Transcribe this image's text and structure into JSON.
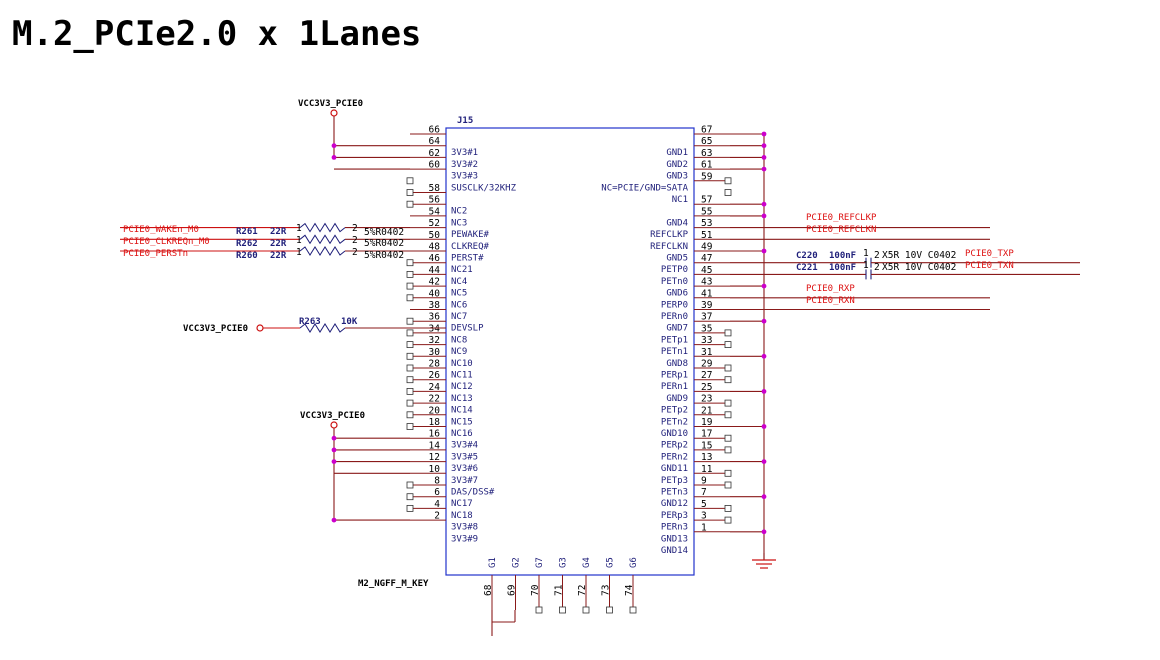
{
  "title": "M.2_PCIe2.0 x 1Lanes",
  "connector": {
    "ref": "J15",
    "part": "M2_NGFF_M_KEY",
    "left_pins": [
      {
        "num": "66",
        "label": ""
      },
      {
        "num": "64",
        "label": "3V3#1"
      },
      {
        "num": "62",
        "label": "3V3#2"
      },
      {
        "num": "60",
        "label": "3V3#3"
      },
      {
        "num": "",
        "label": "SUSCLK/32KHZ"
      },
      {
        "num": "58",
        "label": ""
      },
      {
        "num": "56",
        "label": "NC2"
      },
      {
        "num": "54",
        "label": "NC3"
      },
      {
        "num": "52",
        "label": "PEWAKE#"
      },
      {
        "num": "50",
        "label": "CLKREQ#"
      },
      {
        "num": "48",
        "label": "PERST#"
      },
      {
        "num": "46",
        "label": "NC21"
      },
      {
        "num": "44",
        "label": "NC4"
      },
      {
        "num": "42",
        "label": "NC5"
      },
      {
        "num": "40",
        "label": "NC6"
      },
      {
        "num": "38",
        "label": "NC7"
      },
      {
        "num": "36",
        "label": "DEVSLP"
      },
      {
        "num": "34",
        "label": "NC8"
      },
      {
        "num": "32",
        "label": "NC9"
      },
      {
        "num": "30",
        "label": "NC10"
      },
      {
        "num": "28",
        "label": "NC11"
      },
      {
        "num": "26",
        "label": "NC12"
      },
      {
        "num": "24",
        "label": "NC13"
      },
      {
        "num": "22",
        "label": "NC14"
      },
      {
        "num": "20",
        "label": "NC15"
      },
      {
        "num": "18",
        "label": "NC16"
      },
      {
        "num": "16",
        "label": "3V3#4"
      },
      {
        "num": "14",
        "label": "3V3#5"
      },
      {
        "num": "12",
        "label": "3V3#6"
      },
      {
        "num": "10",
        "label": "3V3#7"
      },
      {
        "num": "8",
        "label": "DAS/DSS#"
      },
      {
        "num": "6",
        "label": "NC17"
      },
      {
        "num": "4",
        "label": "NC18"
      },
      {
        "num": "2",
        "label": "3V3#8"
      },
      {
        "num": "",
        "label": "3V3#9"
      }
    ],
    "right_pins": [
      {
        "num": "67",
        "label": ""
      },
      {
        "num": "65",
        "label": "GND1"
      },
      {
        "num": "63",
        "label": "GND2"
      },
      {
        "num": "61",
        "label": "GND3"
      },
      {
        "num": "59",
        "label": "NC=PCIE/GND=SATA"
      },
      {
        "num": "",
        "label": "NC1"
      },
      {
        "num": "57",
        "label": ""
      },
      {
        "num": "55",
        "label": "GND4"
      },
      {
        "num": "53",
        "label": "REFCLKP"
      },
      {
        "num": "51",
        "label": "REFCLKN"
      },
      {
        "num": "49",
        "label": "GND5"
      },
      {
        "num": "47",
        "label": "PETP0"
      },
      {
        "num": "45",
        "label": "PETn0"
      },
      {
        "num": "43",
        "label": "GND6"
      },
      {
        "num": "41",
        "label": "PERP0"
      },
      {
        "num": "39",
        "label": "PERn0"
      },
      {
        "num": "37",
        "label": "GND7"
      },
      {
        "num": "35",
        "label": "PETp1"
      },
      {
        "num": "33",
        "label": "PETn1"
      },
      {
        "num": "31",
        "label": "GND8"
      },
      {
        "num": "29",
        "label": "PERp1"
      },
      {
        "num": "27",
        "label": "PERn1"
      },
      {
        "num": "25",
        "label": "GND9"
      },
      {
        "num": "23",
        "label": "PETp2"
      },
      {
        "num": "21",
        "label": "PETn2"
      },
      {
        "num": "19",
        "label": "GND10"
      },
      {
        "num": "17",
        "label": "PERp2"
      },
      {
        "num": "15",
        "label": "PERn2"
      },
      {
        "num": "13",
        "label": "GND11"
      },
      {
        "num": "11",
        "label": "PETp3"
      },
      {
        "num": "9",
        "label": "PETn3"
      },
      {
        "num": "7",
        "label": "GND12"
      },
      {
        "num": "5",
        "label": "PERp3"
      },
      {
        "num": "3",
        "label": "PERn3"
      },
      {
        "num": "1",
        "label": "GND13"
      },
      {
        "num": "",
        "label": "GND14"
      }
    ],
    "bottom_pins": [
      {
        "label": "G1",
        "num": "68"
      },
      {
        "label": "G2",
        "num": "69"
      },
      {
        "label": "G7",
        "num": "70"
      },
      {
        "label": "G3",
        "num": "71"
      },
      {
        "label": "G4",
        "num": "72"
      },
      {
        "label": "G5",
        "num": "73"
      },
      {
        "label": "G6",
        "num": "74"
      }
    ]
  },
  "power": {
    "top": "VCC3V3_PCIE0",
    "mid": "VCC3V3_PCIE0",
    "left": "VCC3V3_PCIE0"
  },
  "resistors": [
    {
      "ref": "R261",
      "value": "22R",
      "pkg": "5%R0402",
      "net": "PCIE0_WAKEn_M0"
    },
    {
      "ref": "R262",
      "value": "22R",
      "pkg": "5%R0402",
      "net": "PCIE0_CLKREQn_M0"
    },
    {
      "ref": "R260",
      "value": "22R",
      "pkg": "5%R0402",
      "net": "PCIE0_PERSTn"
    },
    {
      "ref": "R263",
      "value": "10K",
      "pkg": "",
      "net": ""
    }
  ],
  "capacitors": [
    {
      "ref": "C220",
      "value": "100nF",
      "spec": "X5R 10V C0402",
      "net": "PCIE0_TXP"
    },
    {
      "ref": "C221",
      "value": "100nF",
      "spec": "X5R 10V C0402",
      "net": "PCIE0_TXN"
    }
  ],
  "right_nets": {
    "refclkp": "PCIE0_REFCLKP",
    "refclkn": "PCIE0_REFCLKN",
    "rxp": "PCIE0_RXP",
    "rxn": "PCIE0_RXN"
  },
  "pin_marks": {
    "one": "1",
    "two": "2"
  }
}
